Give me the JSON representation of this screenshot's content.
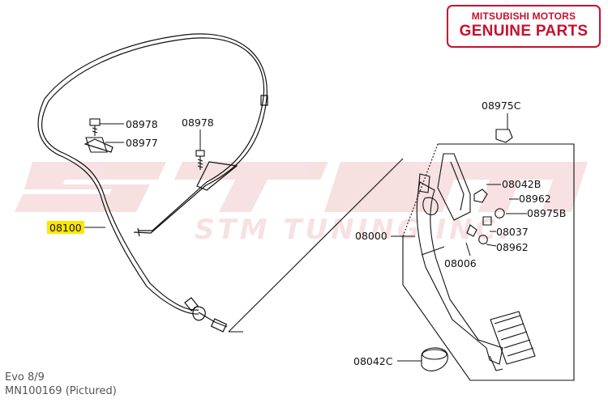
{
  "badge": {
    "line1": "MITSUBISHI MOTORS",
    "line2": "GENUINE PARTS",
    "color": "#c8102e"
  },
  "watermark": {
    "logo": "STM",
    "text": "STM TUNING INC."
  },
  "parts": {
    "p08978a": "08978",
    "p08977": "08977",
    "p08978b": "08978",
    "p08100": "08100",
    "p08975c": "08975C",
    "p08042b": "08042B",
    "p08962a": "08962",
    "p08975b": "08975B",
    "p08000": "08000",
    "p08037": "08037",
    "p08962b": "08962",
    "p08006": "08006",
    "p08042c": "08042C"
  },
  "highlight_color": "#ffe600",
  "caption": {
    "line1": "Evo 8/9",
    "line2": "MN100169  (Pictured)"
  }
}
